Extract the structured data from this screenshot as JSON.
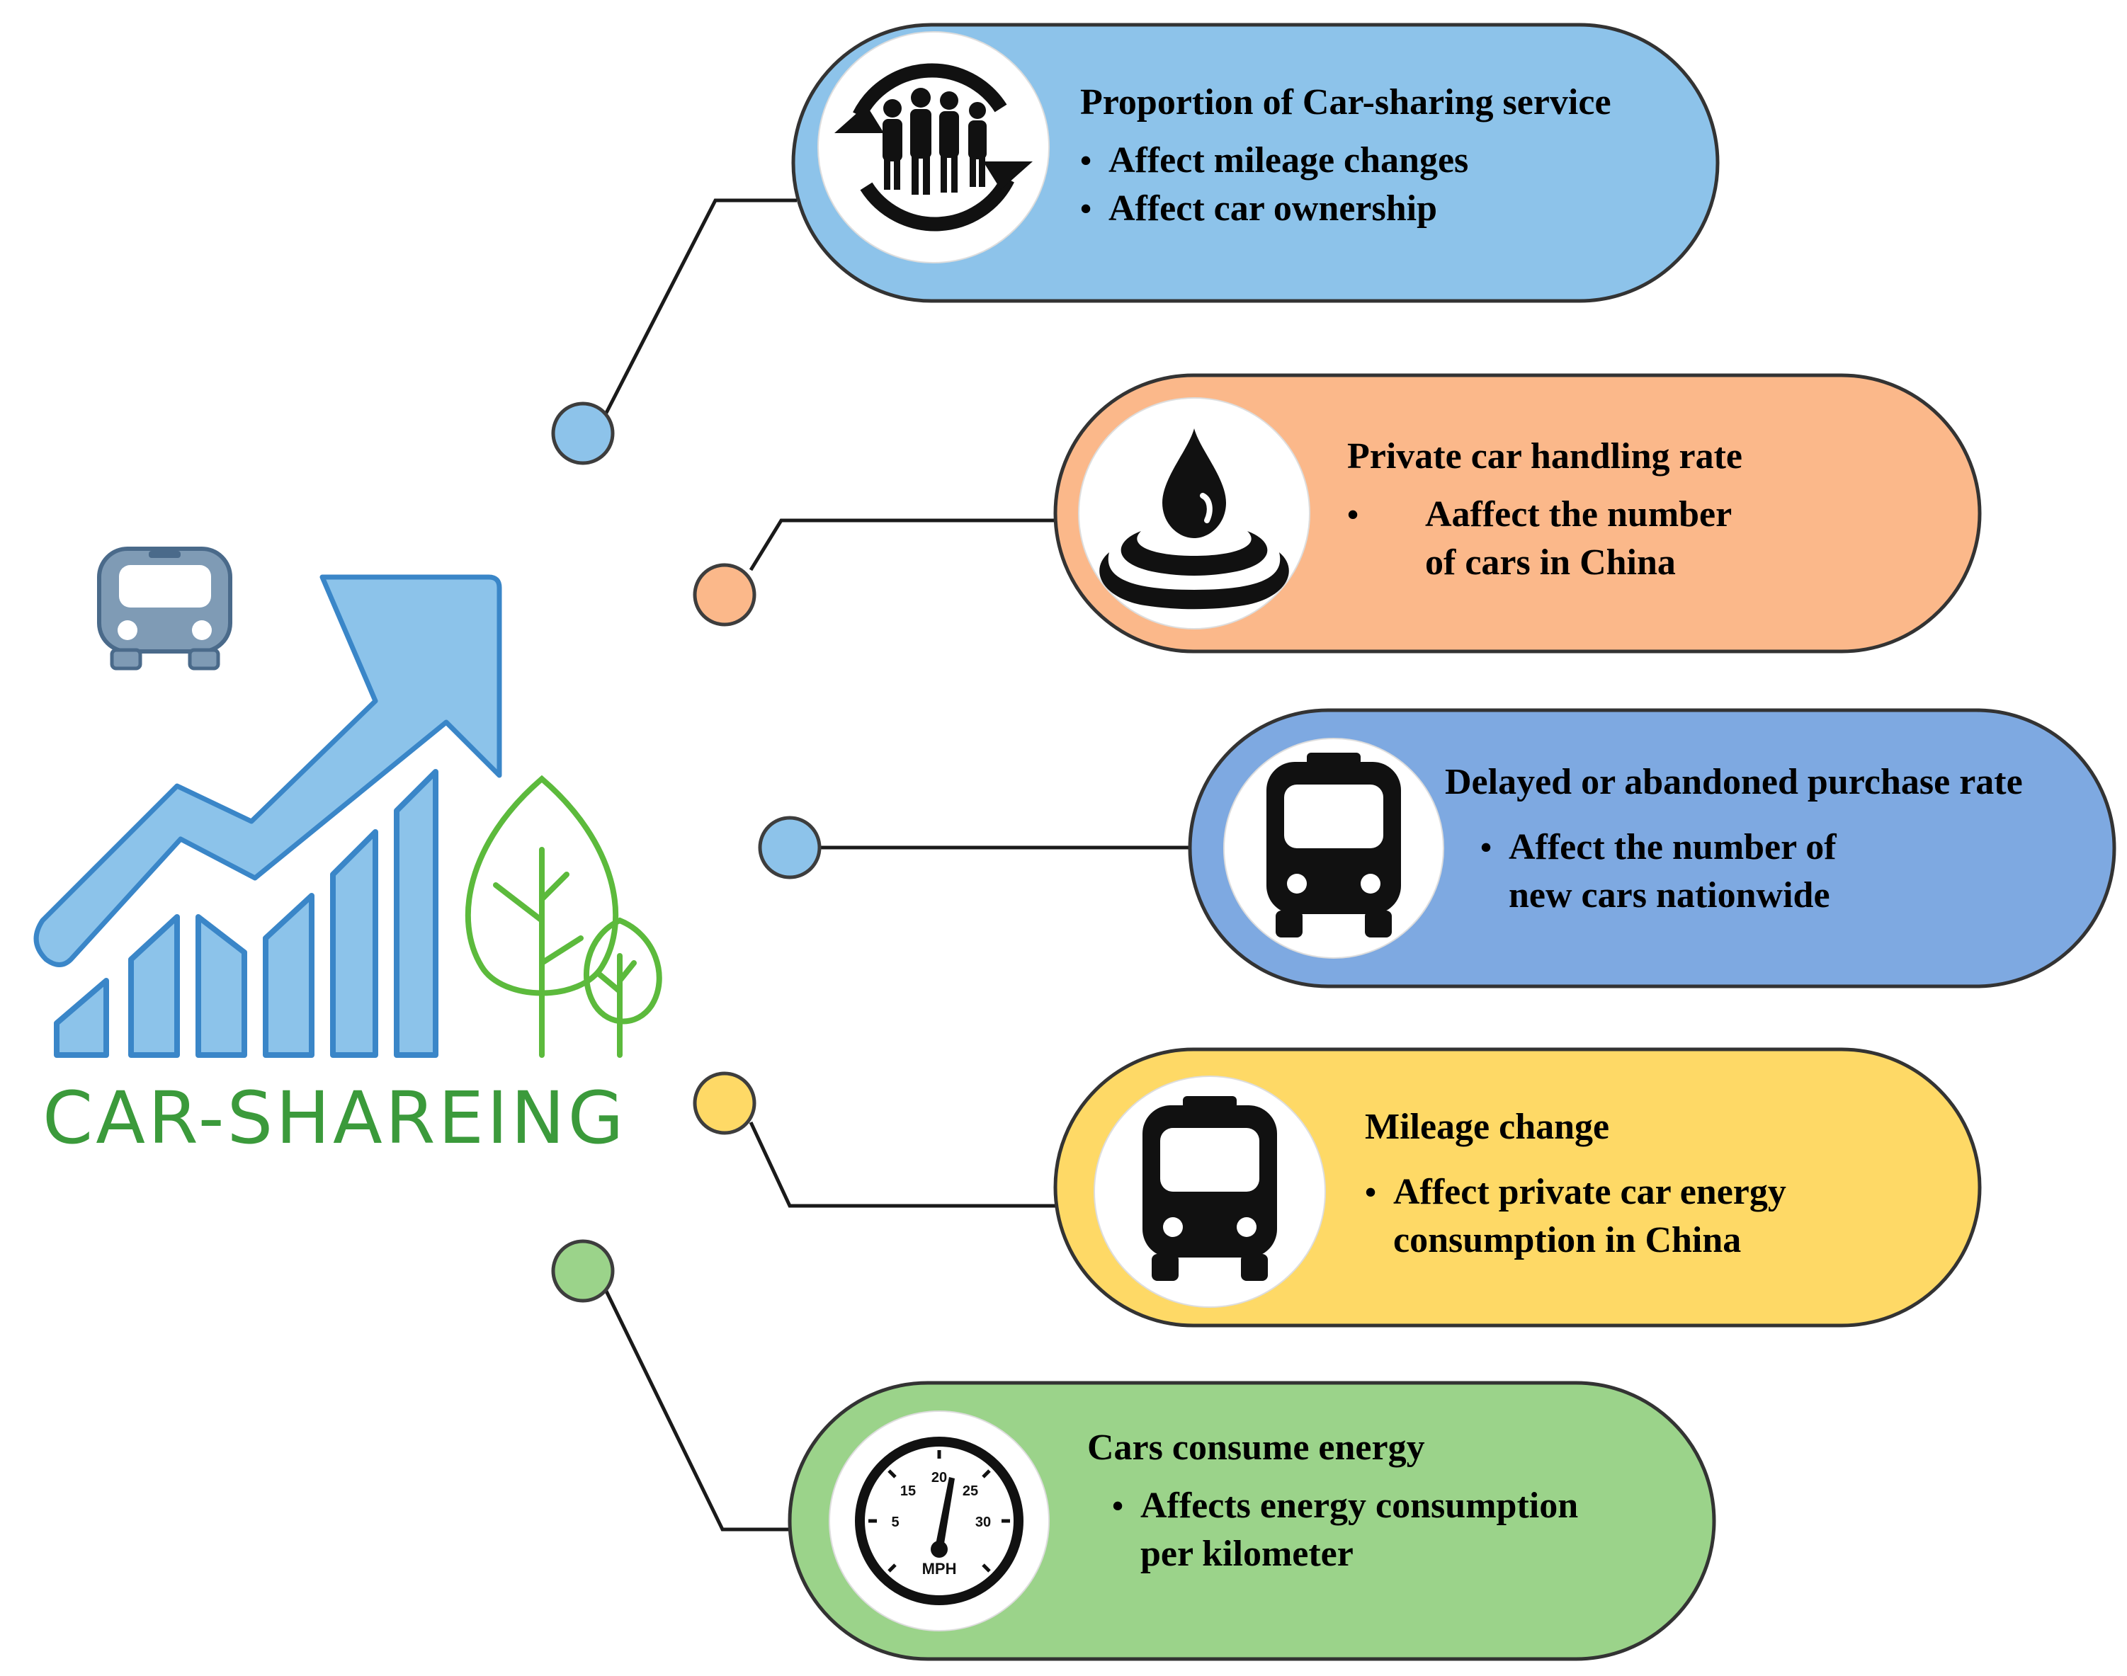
{
  "logo": {
    "title": "CAR-SHAREING",
    "arrow_color": "#8cc3ea",
    "arrow_stroke": "#3a86c8",
    "bus_color": "#7f9bb5",
    "tree_color": "#5cba3c"
  },
  "items": [
    {
      "title": "Proportion of Car-sharing service",
      "bullets": [
        "Affect mileage changes",
        "Affect car ownership"
      ],
      "icon": "people-cycle-icon",
      "fill": "#8dc3ea",
      "dot": "#8dc3ea"
    },
    {
      "title": "Private car handling rate",
      "bullets": [
        "Aaffect the number\nof cars in China"
      ],
      "icon": "water-drop-icon",
      "fill": "#fbb88a",
      "dot": "#fbb88a"
    },
    {
      "title": "Delayed or abandoned purchase rate",
      "bullets": [
        "Affect the number of\nnew cars nationwide"
      ],
      "icon": "bus-icon",
      "fill": "#7ea9e1",
      "dot": "#8dc3ea"
    },
    {
      "title": "Mileage change",
      "bullets": [
        "Affect private car energy\nconsumption in China"
      ],
      "icon": "bus-icon",
      "fill": "#fed966",
      "dot": "#fed966"
    },
    {
      "title": "Cars consume energy",
      "bullets": [
        "Affects energy consumption\nper kilometer"
      ],
      "icon": "speedometer-icon",
      "fill": "#9bd38a",
      "dot": "#9bd38a"
    }
  ],
  "speedometer": {
    "ticks": [
      "5",
      "15",
      "20",
      "25",
      "30"
    ],
    "unit": "MPH"
  }
}
